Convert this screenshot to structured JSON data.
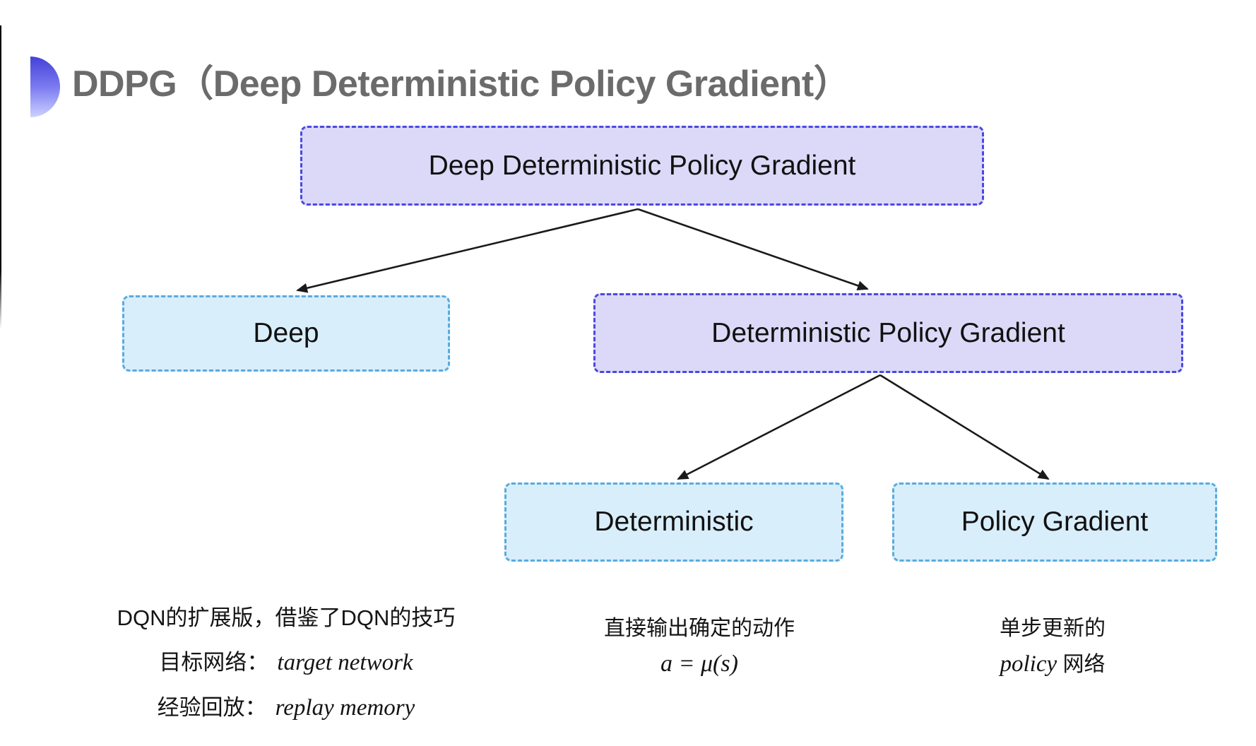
{
  "title": "DDPG（Deep Deterministic Policy Gradient）",
  "tree": {
    "root": "Deep Deterministic Policy Gradient",
    "level2": [
      "Deep",
      "Deterministic Policy Gradient"
    ],
    "level3": [
      "Deterministic",
      "Policy Gradient"
    ]
  },
  "notes": {
    "deep": {
      "line1": "DQN的扩展版，借鉴了DQN的技巧",
      "line2_label": "目标网络：",
      "line2_term": "target network",
      "line3_label": "经验回放：",
      "line3_term": "replay memory"
    },
    "deterministic": {
      "line1": "直接输出确定的动作",
      "formula": "a = μ(s)"
    },
    "policy_gradient": {
      "line1": "单步更新的",
      "line2_term": "policy",
      "line2_rest": " 网络"
    }
  },
  "colors": {
    "purple_fill": "#dcd9f8",
    "purple_border": "#4a49e0",
    "cyan_fill": "#d9eefb",
    "cyan_border": "#58abdf",
    "title_text": "#6b6b6b",
    "node_text": "#111111",
    "note_text": "#141414",
    "arrow": "#1a1a1a",
    "bullet_top": "#4342d8",
    "bullet_bottom": "#ccd2ff"
  }
}
